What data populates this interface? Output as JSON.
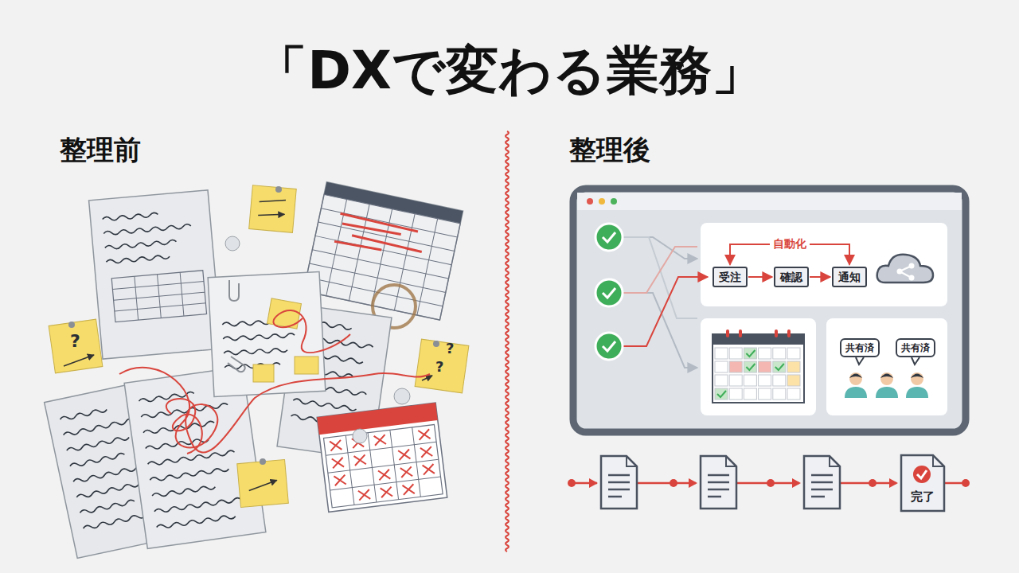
{
  "diagram": {
    "title": "「DXで変わる業務」",
    "nodes": [
      {
        "text": [
          "受注"
        ]
      },
      {
        "text": [
          "確認"
        ]
      },
      {
        "text": [
          "通知"
        ]
      },
      {
        "text": [
          "共有済"
        ]
      },
      {
        "text": [
          "共有済"
        ]
      },
      {
        "text": [
          "完了"
        ]
      }
    ],
    "edges": [
      {
        "from": 0,
        "to": 1,
        "arrow": "to"
      },
      {
        "from": 1,
        "to": 2,
        "arrow": "to"
      },
      {
        "from": 0,
        "to": 2,
        "label": "自動化",
        "arrow": "both"
      }
    ],
    "labels": [
      "整理前",
      "整理後",
      "?",
      "?",
      "?"
    ]
  }
}
